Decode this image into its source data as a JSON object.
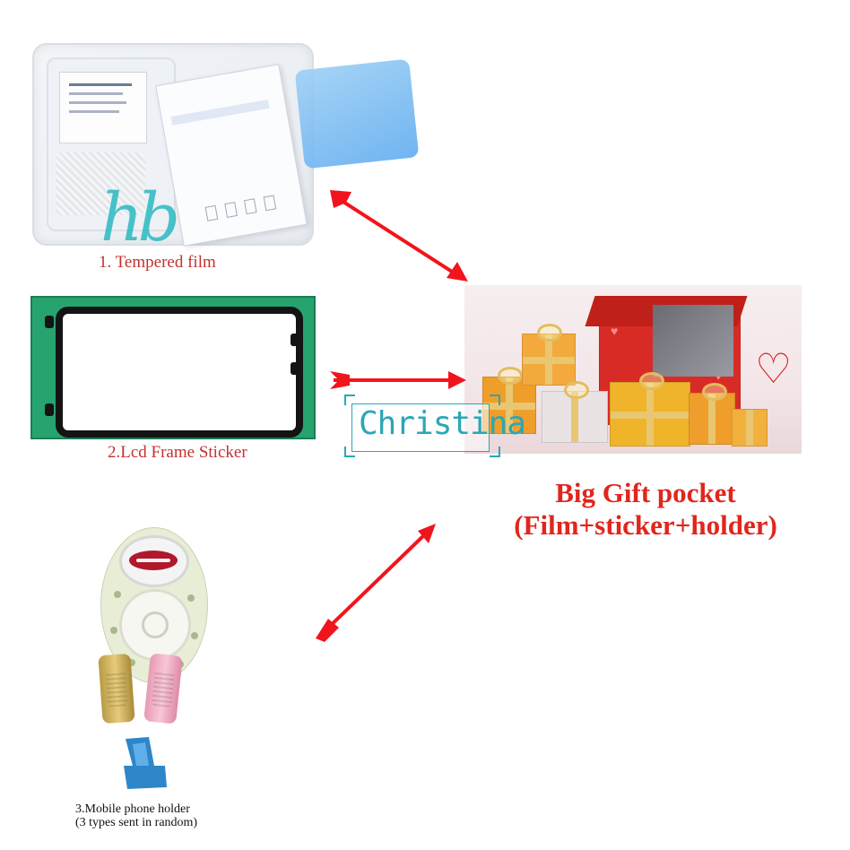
{
  "items": {
    "tempered_film": {
      "caption": "1. Tempered film"
    },
    "frame_sticker": {
      "caption": "2.Lcd Frame Sticker"
    },
    "phone_holder": {
      "caption_line1": "3.Mobile phone holder",
      "caption_line2": "(3 types sent in random)"
    }
  },
  "gift": {
    "title_line1": "Big Gift pocket",
    "title_line2": "(Film+sticker+holder)"
  },
  "watermarks": {
    "christina": "Christina",
    "hb_logo": "hb"
  },
  "colors": {
    "caption": "#c4312e",
    "title": "#e0261d",
    "arrow": "#f2141c",
    "watermark": "#2aa7b6"
  }
}
